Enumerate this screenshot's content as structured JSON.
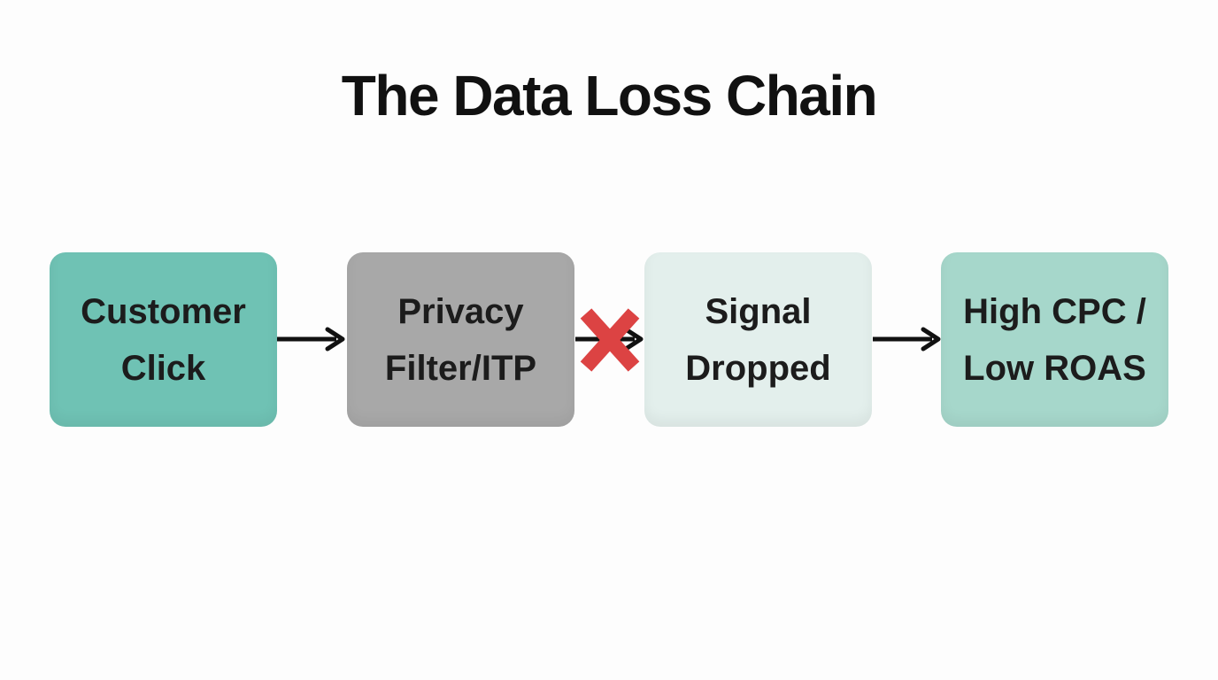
{
  "title": "The Data Loss Chain",
  "colors": {
    "background": "#fdfdfd",
    "title_text": "#111111",
    "node_text": "#1c1c1c",
    "arrow": "#111111",
    "blocked_x": "#dc4343"
  },
  "nodes": [
    {
      "id": "customer-click",
      "lines": [
        "Customer",
        "Click"
      ],
      "bg": "#6fc2b4"
    },
    {
      "id": "privacy-filter-itp",
      "lines": [
        "Privacy",
        "Filter/ITP"
      ],
      "bg": "#a8a8a8"
    },
    {
      "id": "signal-dropped",
      "lines": [
        "Signal",
        "Dropped"
      ],
      "bg": "#e3efec"
    },
    {
      "id": "high-cpc-low-roas",
      "lines": [
        "High CPC /",
        "Low ROAS"
      ],
      "bg": "#a6d7cb"
    }
  ],
  "connectors": [
    {
      "from": "customer-click",
      "to": "privacy-filter-itp",
      "type": "arrow"
    },
    {
      "from": "privacy-filter-itp",
      "to": "signal-dropped",
      "type": "arrow-blocked"
    },
    {
      "from": "signal-dropped",
      "to": "high-cpc-low-roas",
      "type": "arrow"
    }
  ]
}
